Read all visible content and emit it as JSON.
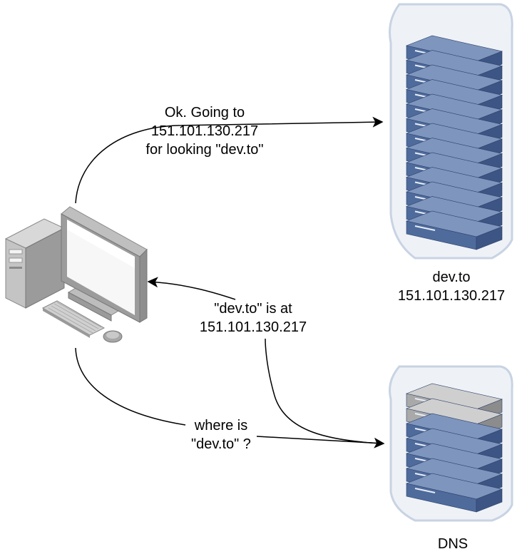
{
  "labels": {
    "request_line1": "Ok. Going to",
    "request_line2": "151.101.130.217",
    "request_line3": "for looking \"dev.to\"",
    "response_line1": "\"dev.to\" is at",
    "response_line2": "151.101.130.217",
    "query_line1": "where is",
    "query_line2": "\"dev.to\" ?"
  },
  "nodes": {
    "web_server": {
      "name": "dev.to",
      "ip": "151.101.130.217",
      "icon": "server-rack-icon"
    },
    "dns_server": {
      "name": "DNS",
      "icon": "dns-server-rack-icon"
    },
    "client": {
      "icon": "desktop-computer-icon"
    }
  },
  "colors": {
    "rack_blue": "#4E6B9C",
    "rack_blue_light": "#7E95BE",
    "rack_gray": "#A9A9A9",
    "case_outline": "#C8D3E3",
    "case_fill": "#EEF2F7",
    "line": "#000000"
  }
}
